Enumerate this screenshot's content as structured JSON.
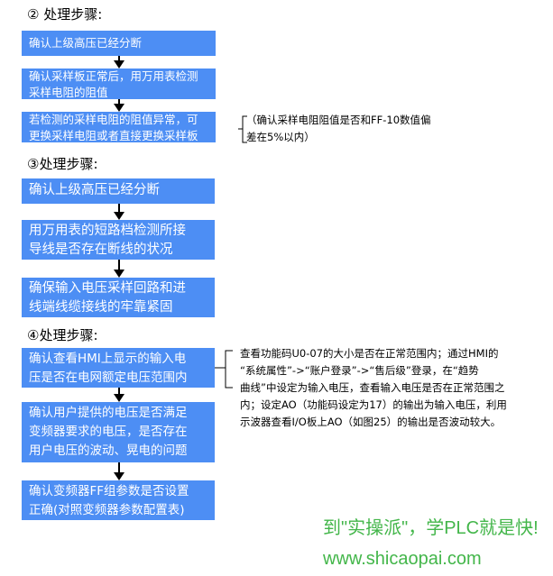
{
  "step2": {
    "heading": "② 处理步骤:",
    "boxes": [
      "确认上级高压已经分断",
      "确认采样板正常后，用万用表检测\n采样电阻的阻值",
      "若检测的采样电阻的阻值异常，可\n更换采样电阻或者直接更换采样板"
    ],
    "note": "（确认采样电阻阻值是否和FF-10数值偏\n差在5%以内）"
  },
  "step3": {
    "heading": "③处理步骤:",
    "boxes": [
      "确认上级高压已经分断",
      "用万用表的短路档检测所接\n导线是否存在断线的状况",
      "确保输入电压采样回路和进\n线端线缆接线的牢靠紧固"
    ]
  },
  "step4": {
    "heading": "④处理步骤:",
    "boxes": [
      "确认查看HMI上显示的输入电\n压是否在电网额定电压范围内",
      "确认用户提供的电压是否满足\n变频器要求的电压，是否存在\n用户电压的波动、晃电的问题",
      "确认变频器FF组参数是否设置\n正确(对照变频器参数配置表)"
    ],
    "note": "查看功能码U0-07的大小是否在正常范围内；通过HMI的\n“系统属性”->“账户登录”->“售后级”登录，在“趋势\n曲线”中设定为输入电压，查看输入电压是否在正常范围之\n内；设定AO（功能码设定为17）的输出为输入电压，利用\n示波器查看I/O板上AO（如图25）的输出是否波动较大。"
  },
  "footer": {
    "slogan": "到\"实操派\"，学PLC就是快!",
    "url": "www.shicaopai.com"
  },
  "colors": {
    "box": "#4d8ef4",
    "footer": "#43b64a"
  }
}
